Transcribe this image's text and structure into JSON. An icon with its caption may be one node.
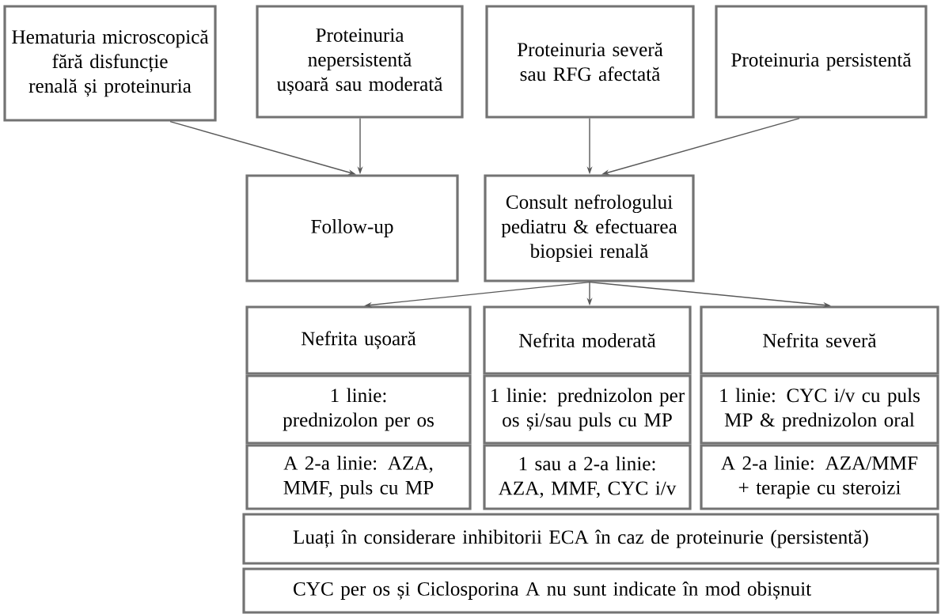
{
  "diagram": {
    "nodes": [
      {
        "text": [
          "Hematuria microscopică fără disfuncție renală și proteinuria"
        ]
      },
      {
        "text": [
          "Proteinuria nepersistentă ușoară sau moderată"
        ]
      },
      {
        "text": [
          "Proteinuria severă sau RFG afectată"
        ]
      },
      {
        "text": [
          "Proteinuria persistentă"
        ]
      },
      {
        "text": [
          "Follow-up"
        ]
      },
      {
        "text": [
          "Consult nefrologului pediatru & efectuarea biopsiei renală"
        ]
      },
      {
        "text": [
          "Nefrita ușoară"
        ]
      },
      {
        "text": [
          "Nefrita moderată"
        ]
      },
      {
        "text": [
          "Nefrita severă"
        ]
      },
      {
        "text": [
          "1 linie: prednizolon per os"
        ]
      },
      {
        "text": [
          "1 linie: prednizolon per os și/sau puls cu MP"
        ]
      },
      {
        "text": [
          "1 linie: CYC i/v cu puls MP & prednizolon oral"
        ]
      },
      {
        "text": [
          "A 2-a linie: AZA, MMF, puls cu MP"
        ]
      },
      {
        "text": [
          "1 sau a 2-a linie: AZA, MMF, CYC i/v"
        ]
      },
      {
        "text": [
          "A 2-a linie: AZA/MMF + terapie cu steroizi"
        ]
      },
      {
        "text": [
          "Luați în considerare inhibitorii ECA în caz de proteinurie (persistentă)"
        ]
      },
      {
        "text": [
          "CYC per os și Ciclosporina A nu sunt indicate în mod obișnuit"
        ]
      }
    ],
    "edges": [
      {
        "from": 0,
        "to": 4,
        "arrow": "to"
      },
      {
        "from": 1,
        "to": 4,
        "arrow": "to"
      },
      {
        "from": 2,
        "to": 5,
        "arrow": "to"
      },
      {
        "from": 3,
        "to": 5,
        "arrow": "to"
      },
      {
        "from": 5,
        "to": 6,
        "arrow": "to"
      },
      {
        "from": 5,
        "to": 7,
        "arrow": "to"
      },
      {
        "from": 5,
        "to": 8,
        "arrow": "to"
      }
    ]
  }
}
